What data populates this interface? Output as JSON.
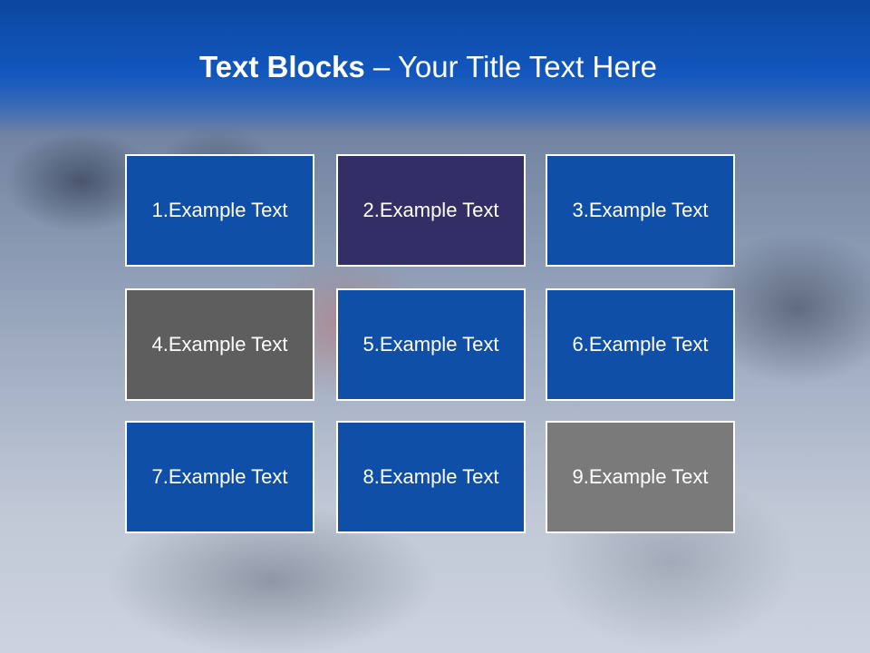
{
  "slide": {
    "title_bold": "Text Blocks",
    "title_rest": " – Your Title Text Here"
  },
  "blocks": [
    {
      "label": "1.Example Text",
      "color": "#0f4fa8"
    },
    {
      "label": "2.Example Text",
      "color": "#332f66"
    },
    {
      "label": "3.Example Text",
      "color": "#0f4fa8"
    },
    {
      "label": "4.Example Text",
      "color": "#5e5e5e"
    },
    {
      "label": "5.Example Text",
      "color": "#0f4fa8"
    },
    {
      "label": "6.Example Text",
      "color": "#0f4fa8"
    },
    {
      "label": "7.Example Text",
      "color": "#0f4fa8"
    },
    {
      "label": "8.Example Text",
      "color": "#0f4fa8"
    },
    {
      "label": "9.Example Text",
      "color": "#7a7a7a"
    }
  ]
}
